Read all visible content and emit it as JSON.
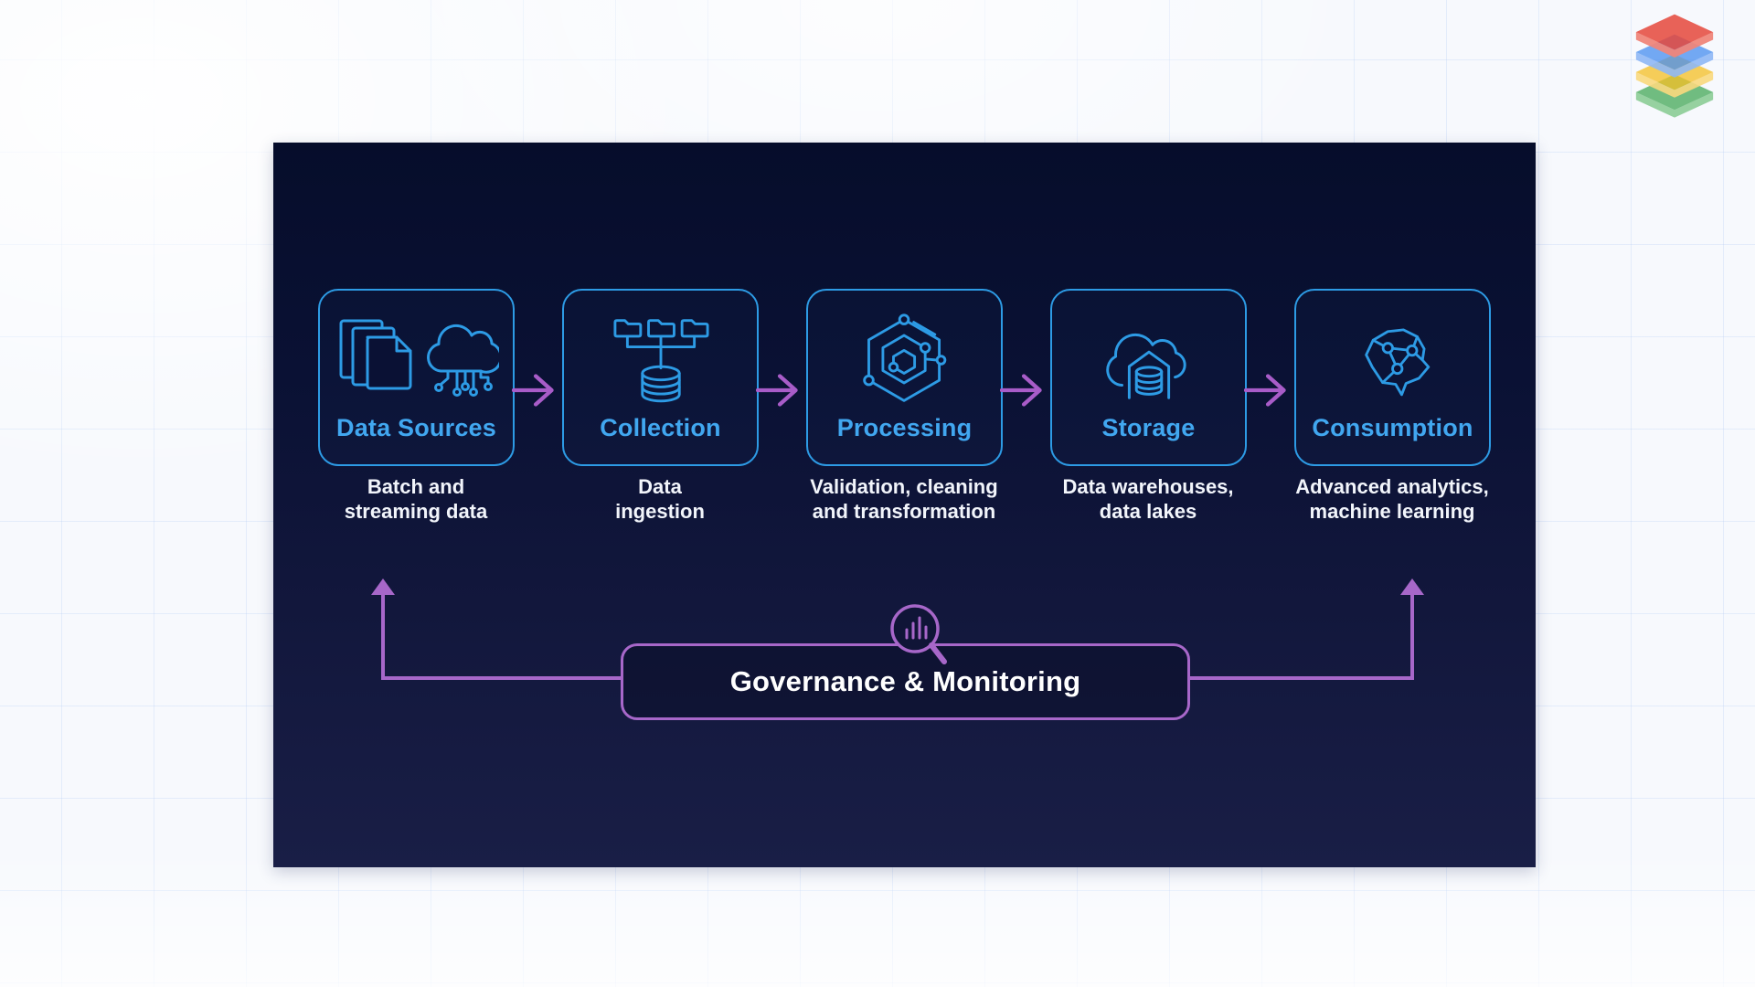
{
  "brand": {
    "logo_icon": "layered-stack-logo",
    "logo_colors": {
      "red": "#e5473b",
      "blue": "#4a8ff0",
      "yellow": "#f4c027",
      "green": "#46a95a"
    }
  },
  "diagram": {
    "stages": [
      {
        "label": "Data Sources",
        "caption_line1": "Batch and",
        "caption_line2": "streaming data",
        "icon": "documents-cloud-icon"
      },
      {
        "label": "Collection",
        "caption_line1": "Data",
        "caption_line2": "ingestion",
        "icon": "folders-database-icon"
      },
      {
        "label": "Processing",
        "caption_line1": "Validation, cleaning",
        "caption_line2": "and transformation",
        "icon": "hexagon-circuit-icon"
      },
      {
        "label": "Storage",
        "caption_line1": "Data warehouses,",
        "caption_line2": "data lakes",
        "icon": "cloud-warehouse-icon"
      },
      {
        "label": "Consumption",
        "caption_line1": "Advanced analytics,",
        "caption_line2": "machine learning",
        "icon": "brain-network-icon"
      }
    ],
    "governance": {
      "label": "Governance & Monitoring",
      "icon": "magnifier-bar-chart-icon"
    },
    "colors": {
      "panel_bg_top": "#060d2b",
      "panel_bg_bottom": "#191e46",
      "stage_border": "#2d9be5",
      "stage_label": "#41a7f0",
      "caption_text": "#f2f5fb",
      "flow_arrow": "#a85cc8",
      "governance_accent": "#a767c9",
      "governance_text": "#ffffff"
    }
  }
}
